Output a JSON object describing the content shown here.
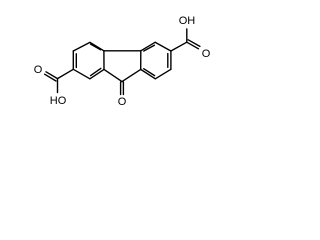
{
  "structure": {
    "atom_labels": {
      "ketone_oxygen": "O",
      "left_acid_hydroxyl": "HO",
      "left_acid_carbonyl_oxygen": "O",
      "right_acid_hydroxyl": "OH",
      "right_acid_carbonyl_oxygen": "O"
    },
    "colors": {
      "bond": "#000000",
      "label": "#000000",
      "background": "#ffffff"
    }
  }
}
